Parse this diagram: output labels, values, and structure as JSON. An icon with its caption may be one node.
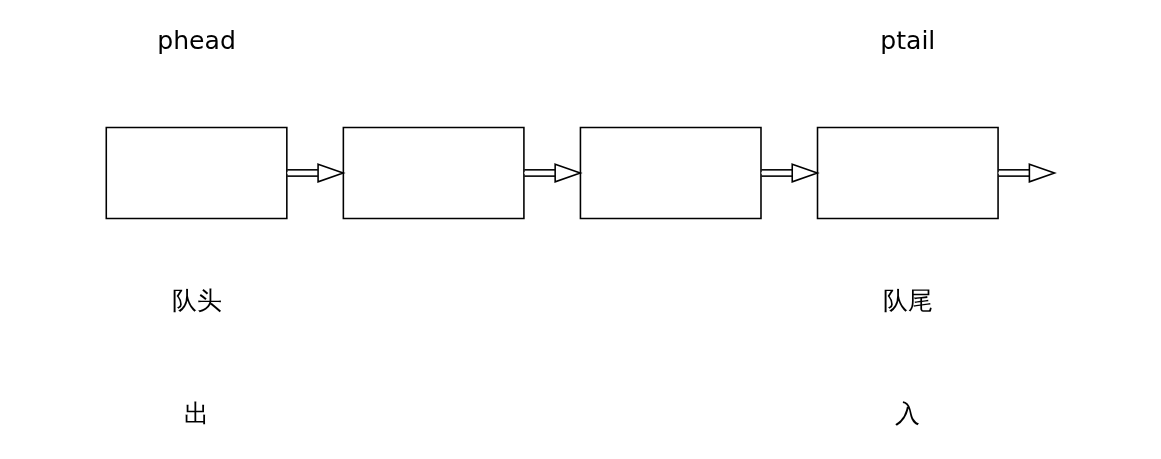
{
  "diagram": {
    "nodes": [
      {
        "text": [],
        "shape": "box",
        "beside": [
          "phead",
          "队头",
          "出"
        ]
      },
      {
        "text": [],
        "shape": "box"
      },
      {
        "text": [],
        "shape": "box"
      },
      {
        "text": [],
        "shape": "box",
        "beside": [
          "ptail",
          "队尾",
          "入"
        ]
      }
    ],
    "edges": [
      {
        "from": 0,
        "to": 1,
        "arrow": "to"
      },
      {
        "from": 1,
        "to": 2,
        "arrow": "to"
      },
      {
        "from": 2,
        "to": 3,
        "arrow": "to"
      },
      {
        "from": 3,
        "to": null,
        "arrow": "to"
      }
    ]
  }
}
